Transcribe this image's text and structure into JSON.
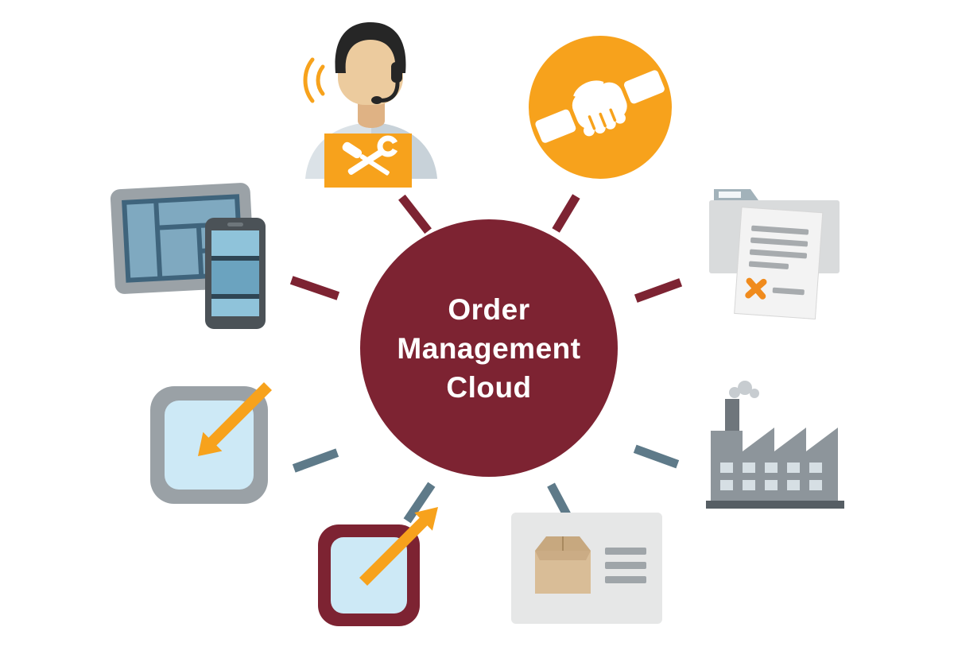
{
  "diagram": {
    "title": "Order Management Cloud",
    "center": {
      "lines": [
        "Order",
        "Management",
        "Cloud"
      ],
      "bg_color": "#7D2332",
      "text_color": "#FFFFFF"
    },
    "spokes": [
      {
        "id": "to-support-agent",
        "color": "#7D2332"
      },
      {
        "id": "to-partnership",
        "color": "#7D2332"
      },
      {
        "id": "to-devices",
        "color": "#7D2332"
      },
      {
        "id": "to-documents",
        "color": "#7D2332"
      },
      {
        "id": "to-inbound-transfer",
        "color": "#5E7A89"
      },
      {
        "id": "to-manufacturing",
        "color": "#5E7A89"
      },
      {
        "id": "to-outbound-transfer",
        "color": "#5E7A89"
      },
      {
        "id": "to-shipment",
        "color": "#5E7A89"
      }
    ],
    "nodes": [
      {
        "id": "support-agent",
        "icon": "support-agent-headset-icon",
        "description": "agent with headset, signal waves and crossed tools panel"
      },
      {
        "id": "partnership",
        "icon": "handshake-icon",
        "description": "white handshake inside orange circle"
      },
      {
        "id": "devices",
        "icon": "tablet-phone-icon",
        "description": "tablet and smartphone with wireframe screens"
      },
      {
        "id": "order-documents",
        "icon": "document-folder-icon",
        "description": "folder and document with text lines and orange x"
      },
      {
        "id": "inbound-transfer",
        "icon": "arrow-into-panel-icon",
        "description": "orange arrow pointing into gray rounded panel"
      },
      {
        "id": "outbound-transfer",
        "icon": "arrow-out-of-panel-icon",
        "description": "orange arrow pointing out of maroon rounded panel"
      },
      {
        "id": "manufacturing",
        "icon": "factory-icon",
        "description": "factory with chimney, smoke and windows"
      },
      {
        "id": "shipment",
        "icon": "package-details-icon",
        "description": "cardboard box with text lines on gray card"
      }
    ],
    "colors": {
      "maroon": "#7D2332",
      "orange": "#F7A21C",
      "slate": "#5E7A89",
      "light_blue": "#CDE9F6",
      "panel_gray": "#9AA1A6",
      "background": "#FFFFFF"
    }
  }
}
